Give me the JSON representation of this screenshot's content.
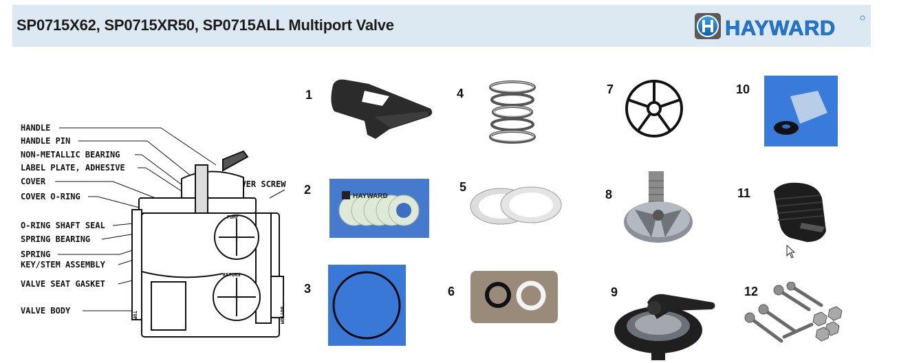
{
  "header": {
    "title": "SP0715X62, SP0715XR50, SP0715ALL Multiport Valve",
    "brand": "HAYWARD"
  },
  "diagram": {
    "labels": [
      "HANDLE",
      "HANDLE PIN",
      "NON-METALLIC BEARING",
      "LABEL PLATE, ADHESIVE",
      "COVER",
      "COVER O-RING",
      "O-RING SHAFT SEAL",
      "SPRING BEARING",
      "SPRING",
      "KEY/STEM ASSEMBLY",
      "VALVE SEAT GASKET",
      "VALVE BODY"
    ],
    "cover_screw": "COVER SCREW",
    "body_text": [
      "PUMP",
      "RETURN",
      "BOTTOM",
      "TOP"
    ]
  },
  "parts": [
    "1",
    "2",
    "3",
    "4",
    "5",
    "6",
    "7",
    "8",
    "9",
    "10",
    "11",
    "12"
  ],
  "part2_brand": "HAYWARD"
}
